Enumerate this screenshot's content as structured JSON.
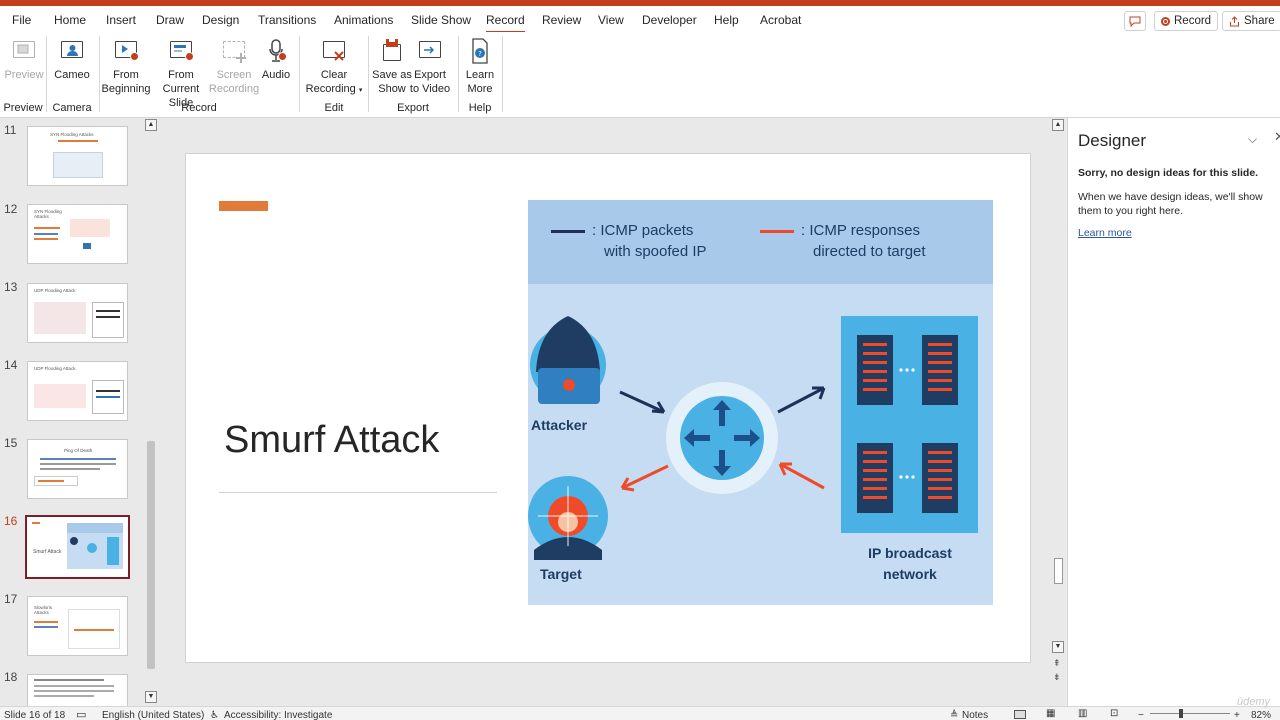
{
  "menu": {
    "tabs": [
      "File",
      "Home",
      "Insert",
      "Draw",
      "Design",
      "Transitions",
      "Animations",
      "Slide Show",
      "Record",
      "Review",
      "View",
      "Developer",
      "Help",
      "Acrobat"
    ],
    "active_tab": "Record",
    "record_button": "Record",
    "share_button": "Share"
  },
  "ribbon": {
    "preview": "Preview",
    "cameo": "Cameo",
    "from_beginning": [
      "From",
      "Beginning"
    ],
    "from_current": [
      "From",
      "Current Slide"
    ],
    "screen_recording": [
      "Screen",
      "Recording"
    ],
    "audio": "Audio",
    "clear_recording": [
      "Clear",
      "Recording"
    ],
    "save_as_show": [
      "Save as",
      "Show"
    ],
    "export_to_video": [
      "Export",
      "to Video"
    ],
    "learn_more": [
      "Learn",
      "More"
    ],
    "groups": {
      "preview": "Preview",
      "camera": "Camera",
      "record": "Record",
      "edit": "Edit",
      "export": "Export",
      "help": "Help"
    }
  },
  "thumbnails": [
    {
      "num": "11",
      "title": "SYN Flooding Attacks"
    },
    {
      "num": "12",
      "title": "SYN Flooding Attacks"
    },
    {
      "num": "13",
      "title": "UDP Flooding Attack"
    },
    {
      "num": "14",
      "title": "UDP Flooding Attack"
    },
    {
      "num": "15",
      "title": "Ping Of Death"
    },
    {
      "num": "16",
      "title": "Smurf Attack"
    },
    {
      "num": "17",
      "title": "Slowloris Attacks"
    },
    {
      "num": "18",
      "title": ""
    }
  ],
  "active_slide": "16",
  "slide": {
    "title": "Smurf Attack",
    "accent_color": "#e07b39",
    "legend_1": [
      ": ICMP packets",
      "with spoofed IP"
    ],
    "legend_2": [
      ": ICMP responses",
      "directed to target"
    ],
    "attacker": "Attacker",
    "target": "Target",
    "network": [
      "IP broadcast",
      "network"
    ]
  },
  "designer": {
    "title": "Designer",
    "heading": "Sorry, no design ideas for this slide.",
    "body": "When we have design ideas, we'll show them to you right here.",
    "link": "Learn more"
  },
  "status": {
    "slide_of": "Slide 16 of 18",
    "language": "English (United States)",
    "accessibility": "Accessibility: Investigate",
    "notes": "Notes",
    "zoom": "82%"
  },
  "watermark": "ūdemy"
}
